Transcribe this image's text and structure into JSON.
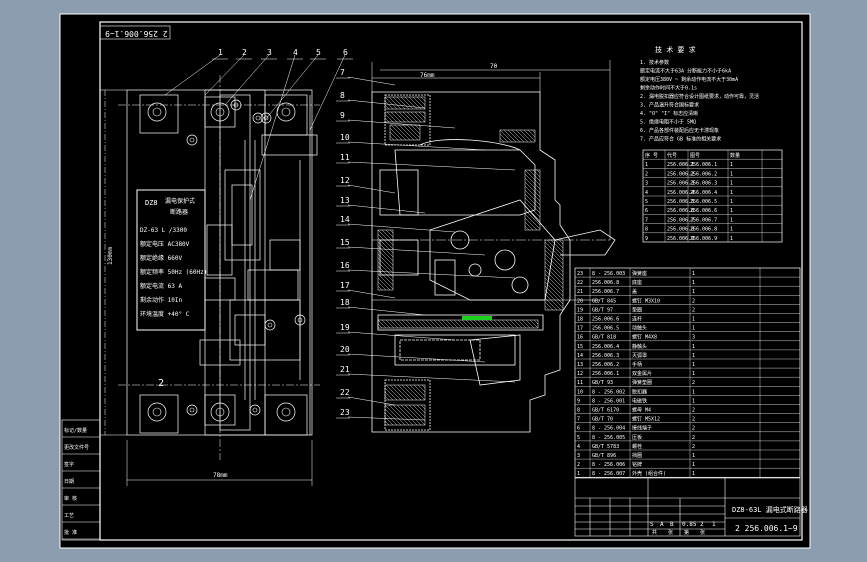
{
  "colors": {
    "background": "#8d9db0",
    "sheet": "#000000",
    "line": "#ffffff",
    "accent_green": "#1fd11f"
  },
  "drawing_number": "2  256.006.1~9",
  "drawing_number_rotated": "2  256.006.1~9",
  "title_block": {
    "title": "DZ8-63L 漏电式断路器",
    "scale_row": [
      "S",
      "A",
      "B",
      "0.85",
      "2",
      "1"
    ],
    "footer_row": [
      "共",
      "张",
      "第",
      "张"
    ]
  },
  "tech_requirements": {
    "title": "技 术 要 求",
    "items": [
      "1. 技术参数",
      "   额定电流不大于63A        分断能力不小于6kA",
      "   额定电压380V ~           剩余动作电流不大于30mA",
      "   剩余动作时间不大于0.1s",
      "2. 漏电脱扣器应符合设计图纸要求，动作可靠，灵活",
      "3. 产品温升符合国标要求",
      "4. \"O\" \"I\" 标志应清晰",
      "5. 绝缘电阻不小于 5MΩ",
      "6. 产品各部件装配后应无卡滞现象",
      "7. 产品应符合 GB 标准的相关要求"
    ]
  },
  "ref_table": {
    "headers": [
      "序 号",
      "代号",
      "图号",
      "数量"
    ],
    "rows": [
      [
        "1",
        "256.006.1",
        "256.006.1",
        "1"
      ],
      [
        "2",
        "256.006.2",
        "256.006.2",
        "1"
      ],
      [
        "3",
        "256.006.3",
        "256.006.3",
        "1"
      ],
      [
        "4",
        "256.006.4",
        "256.006.4",
        "1"
      ],
      [
        "5",
        "256.006.5",
        "256.006.5",
        "1"
      ],
      [
        "6",
        "256.006.6",
        "256.006.6",
        "1"
      ],
      [
        "7",
        "256.006.7",
        "256.006.7",
        "1"
      ],
      [
        "8",
        "256.006.8",
        "256.006.8",
        "1"
      ],
      [
        "9",
        "256.006.9",
        "256.006.9",
        "1"
      ]
    ]
  },
  "parts_list": {
    "rows": [
      [
        "23",
        "8 - 256.003",
        "弹簧座",
        "1"
      ],
      [
        "22",
        "256.006.8",
        "底座",
        "1"
      ],
      [
        "21",
        "256.006.7",
        "盖",
        "1"
      ],
      [
        "20",
        "GB/T 845",
        "螺钉 M3X10",
        "2"
      ],
      [
        "19",
        "GB/T 97",
        "垫圈",
        "2"
      ],
      [
        "18",
        "256.006.6",
        "连杆",
        "1"
      ],
      [
        "17",
        "256.006.5",
        "动触头",
        "1"
      ],
      [
        "16",
        "GB/T 818",
        "螺钉 M4X8",
        "3"
      ],
      [
        "15",
        "256.006.4",
        "静触头",
        "1"
      ],
      [
        "14",
        "256.006.3",
        "灭弧罩",
        "1"
      ],
      [
        "13",
        "256.006.2",
        "手柄",
        "1"
      ],
      [
        "12",
        "256.006.1",
        "双金属片",
        "1"
      ],
      [
        "11",
        "GB/T 93",
        "弹簧垫圈",
        "2"
      ],
      [
        "10",
        "8 - 256.002",
        "脱扣器",
        "1"
      ],
      [
        "9",
        "8 - 256.001",
        "电磁铁",
        "1"
      ],
      [
        "8",
        "GB/T 6170",
        "螺母 M4",
        "2"
      ],
      [
        "7",
        "GB/T 70",
        "螺钉 M5X12",
        "2"
      ],
      [
        "6",
        "8 - 256.004",
        "接线端子",
        "2"
      ],
      [
        "5",
        "8 - 256.005",
        "压板",
        "2"
      ],
      [
        "4",
        "GB/T 5783",
        "螺栓",
        "2"
      ],
      [
        "3",
        "GB/T 896",
        "挡圈",
        "1"
      ],
      [
        "2",
        "8 - 256.006",
        "铭牌",
        "1"
      ],
      [
        "1",
        "8 - 256.007",
        "外壳 (组合件)",
        "1"
      ]
    ]
  },
  "nameplate": {
    "header": [
      "DZ8",
      "漏电保护式",
      "断路器"
    ],
    "lines": [
      "DZ-63 L   /3300",
      "额定电压   AC380V",
      "额定绝缘   660V",
      "额定频率   50Hz (60Hz)",
      "额定电流   63 A",
      "剩余动作    10In",
      "环境温度   +40° C"
    ]
  },
  "left_view": {
    "label_2": "2",
    "dim_width": "78mm",
    "dim_height": "130mm"
  },
  "section_view": {
    "dim_top": "76mm",
    "dim_top_right": "70",
    "labels": [
      "1",
      "2",
      "3",
      "4",
      "5",
      "6",
      "7",
      "8",
      "9",
      "10",
      "11",
      "12",
      "13",
      "14",
      "15",
      "16",
      "17",
      "18",
      "19",
      "20",
      "21",
      "22",
      "23"
    ]
  },
  "margin_table": {
    "labels": [
      "标记/数量",
      "更改文件号",
      "签字",
      "日期",
      "审 核",
      "工艺",
      "批 准"
    ]
  }
}
